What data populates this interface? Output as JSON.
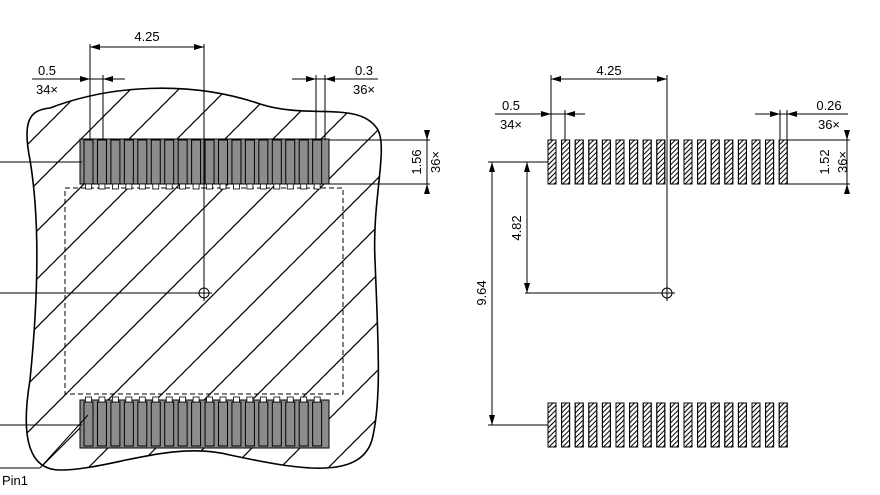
{
  "left_view": {
    "dims": {
      "span": "4.25",
      "pitch": "0.5",
      "pitch_count": "34×",
      "pad_width": "0.3",
      "pad_width_count": "36×",
      "pad_length": "1.56",
      "pad_length_count": "36×"
    },
    "pin1_label": "Pin1",
    "pads_per_row": 18
  },
  "right_view": {
    "dims": {
      "span": "4.25",
      "pitch": "0.5",
      "pitch_count": "34×",
      "pad_width": "0.26",
      "pad_width_count": "36×",
      "pad_length": "1.52",
      "pad_length_count": "36×",
      "half_pitch_row": "4.82",
      "row_to_row": "9.64"
    },
    "pads_per_row": 18
  },
  "colors": {
    "pad_fill": "#8c8c8c",
    "line": "#000000",
    "background": "#ffffff"
  }
}
